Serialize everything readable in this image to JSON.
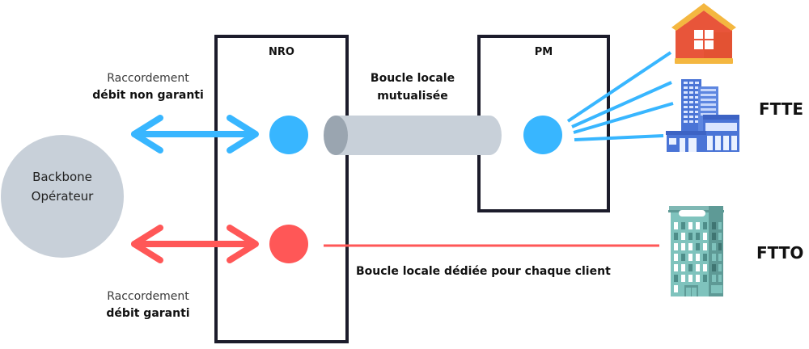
{
  "diagram": {
    "backbone": {
      "line1": "Backbone",
      "line2": "Opérateur"
    },
    "nro": {
      "title": "NRO"
    },
    "pm": {
      "title": "PM"
    },
    "shared_loop": {
      "line1": "Boucle locale",
      "line2": "mutualisée"
    },
    "dedicated_loop": {
      "label": "Boucle locale dédiée pour chaque client"
    },
    "connection_top": {
      "line1": "Raccordement",
      "line2": "débit non garanti"
    },
    "connection_bottom": {
      "line1": "Raccordement",
      "line2": "débit garanti"
    },
    "ftte": {
      "label": "FTTE"
    },
    "ftto": {
      "label": "FTTO"
    },
    "colors": {
      "blue": "#38b6ff",
      "red": "#ff5757",
      "box_border": "#1c1c2b",
      "backbone_fill": "#c8d0d9",
      "cable_fill": "#c8d0d9",
      "cable_end": "#9aa5b0"
    },
    "icons": {
      "house": "house-icon",
      "office": "office-buildings-icon",
      "tower": "office-tower-icon"
    }
  }
}
